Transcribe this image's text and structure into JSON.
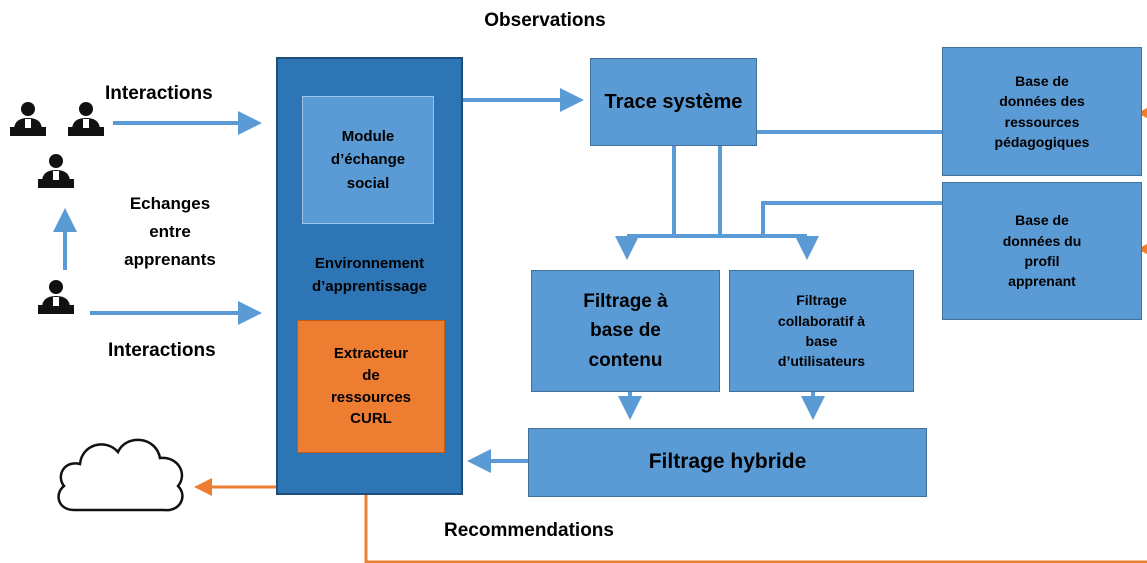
{
  "labels": {
    "observations": "Observations",
    "interactions_top": "Interactions",
    "echanges": "Echanges\nentre\napprenants",
    "interactions_bottom": "Interactions",
    "recommendations": "Recommendations"
  },
  "environment": {
    "module": "Module\nd’échange\nsocial",
    "label": "Environnement\nd’apprentissage",
    "extracteur": "Extracteur\nde\nressources\nCURL"
  },
  "boxes": {
    "trace": "Trace système",
    "db_resources": "Base de\ndonnées des\nressources\npédagogiques",
    "db_profile": "Base de\ndonnées du\nprofil\napprenant",
    "filtrage_contenu": "Filtrage à\nbase de\ncontenu",
    "filtrage_collab": "Filtrage\ncollaboratif à\nbase\nd’utilisateurs",
    "filtrage_hybride": "Filtrage hybride"
  },
  "colors": {
    "blue_box": "#5b9bd5",
    "dark_blue": "#2e75b6",
    "orange": "#ed7d31",
    "arrow_blue": "#5b9bd5"
  },
  "icons": [
    "learner-icon",
    "cloud-icon"
  ]
}
